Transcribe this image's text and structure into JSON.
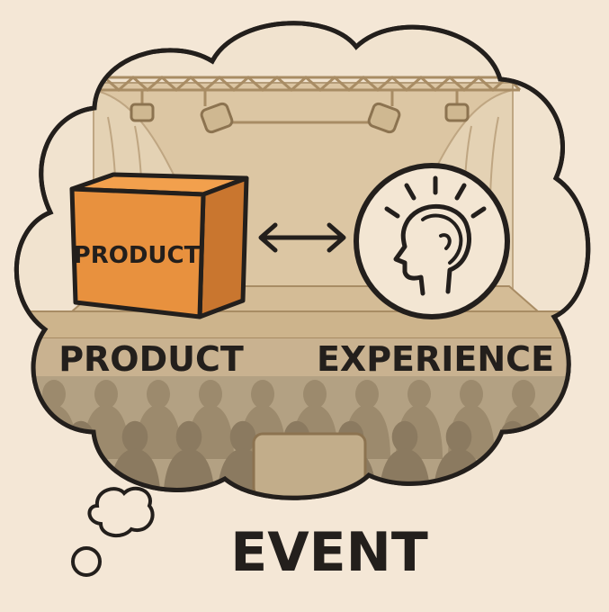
{
  "colors": {
    "background": "#f4e7d6",
    "cloud_fill": "#f1e3cf",
    "stage_fill": "#dbc4a0",
    "stage_floor": "#d4bc96",
    "audience_fill": "#8f7d63",
    "audience_bg": "#b3a183",
    "box_front": "#e8913e",
    "box_top": "#f2a04d",
    "box_side": "#c9762f",
    "outline": "#231f1c"
  },
  "icons": {
    "arrow": "double-headed-arrow-icon",
    "head": "head-silhouette-icon",
    "spotlight": "spotlight-icon"
  },
  "box": {
    "label": "PRODUCT"
  },
  "labels": {
    "product": "PRODUCT",
    "experience": "EXPERIENCE",
    "event": "EVENT"
  }
}
